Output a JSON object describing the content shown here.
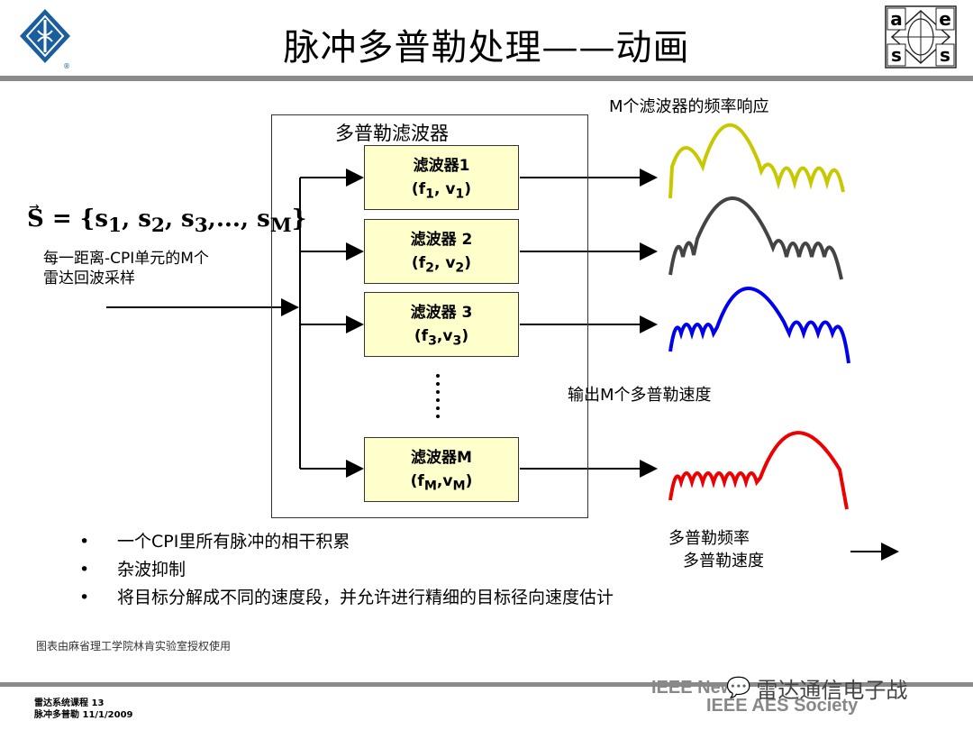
{
  "header": {
    "title": "脉冲多普勒处理——动画",
    "aes_letters": [
      "a",
      "e",
      "s",
      "s"
    ]
  },
  "diagram": {
    "doppler_filters_label": "多普勒滤波器",
    "freq_response_label": "M个滤波器的频率响应",
    "filters": [
      {
        "name": "滤波器1",
        "params": "(f<sub>1</sub>, v<sub>1</sub>)"
      },
      {
        "name": "滤波器 2",
        "params": "(f<sub>2</sub>, v<sub>2</sub>)"
      },
      {
        "name": "滤波器 3",
        "params": "(f<sub>3</sub>,v<sub>3</sub>)"
      },
      {
        "name": "滤波器M",
        "params": "(f<sub>M</sub>,v<sub>M</sub>)"
      }
    ],
    "input_formula": "S = {s<sub>1</sub>, s<sub>2</sub>, s<sub>3</sub>,..., s<sub>M</sub>}",
    "input_desc_line1": "每一距离-CPI单元的M个",
    "input_desc_line2": "雷达回波采样",
    "output_label": "输出M个多普勒速度",
    "axis_label_1": "多普勒频率",
    "axis_label_2": "多普勒速度",
    "response_colors": [
      "#c8c800",
      "#444444",
      "#0000ee",
      "#ee0000"
    ]
  },
  "bullets": [
    "一个CPI里所有脉冲的相干积累",
    "杂波抑制",
    "将目标分解成不同的速度段，并允许进行精细的目标径向速度估计"
  ],
  "credit": "图表由麻省理工学院林肯实验室授权使用",
  "footer": {
    "course": "雷达系统课程  13",
    "subject": "脉冲多普勒  11/1/2009",
    "ieee_line1": "IEEE New",
    "ieee_line2": "IEEE AES Society",
    "watermark": "雷达通信电子战"
  }
}
